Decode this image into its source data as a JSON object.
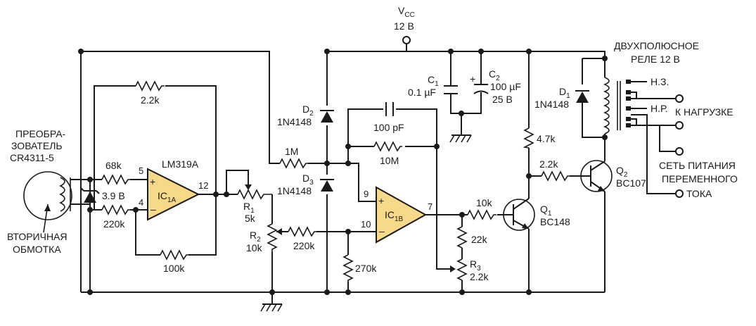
{
  "colors": {
    "wire": "#1a1a1a",
    "opamp_fill": "#f7d98a",
    "background": "#ffffff"
  },
  "supply": {
    "vcc_main": "V",
    "vcc_sub": "CC",
    "vcc_voltage": "12 В"
  },
  "transducer": {
    "line1": "ПРЕОБРА-",
    "line2": "ЗОВАТЕЛЬ",
    "line3": "CR4311-5",
    "winding_line1": "ВТОРИЧНАЯ",
    "winding_line2": "ОБМОТКА"
  },
  "zener": {
    "value": "3.9 В"
  },
  "ic1a": {
    "part": "LM319A",
    "name": "IC",
    "sub": "1A",
    "pin_plus": "5",
    "pin_minus": "4",
    "pin_out": "12",
    "plus_sign": "+",
    "minus_sign": "–"
  },
  "ic1b": {
    "name": "IC",
    "sub": "1B",
    "pin_plus": "9",
    "pin_minus": "10",
    "pin_out": "7",
    "plus_sign": "+",
    "minus_sign": "–"
  },
  "resistors": {
    "r_68k": "68k",
    "r_220k_in": "220k",
    "r_2_2k_top": "2.2k",
    "r_100k": "100k",
    "r1_name": "R",
    "r1_sub": "1",
    "r1_value": "5k",
    "r2_name": "R",
    "r2_sub": "2",
    "r2_value": "10k",
    "r_220k_b": "220k",
    "r_1m": "1M",
    "r_10m": "10M",
    "r_270k": "270k",
    "r_10k_base": "10k",
    "r_22k": "22k",
    "r3_name": "R",
    "r3_sub": "3",
    "r3_value": "2.2k",
    "r_4_7k": "4.7k",
    "r_2_2k_base": "2.2k"
  },
  "diodes": {
    "d2_name": "D",
    "d2_sub": "2",
    "d2_part": "1N4148",
    "d3_name": "D",
    "d3_sub": "3",
    "d3_part": "1N4148",
    "d1_name": "D",
    "d1_sub": "1",
    "d1_part": "1N4148"
  },
  "capacitors": {
    "c_fb": "100 pF",
    "c1_name": "C",
    "c1_sub": "1",
    "c1_value": "0.1 µF",
    "c2_name": "C",
    "c2_sub": "2",
    "c2_value": "100 µF",
    "c2_voltage": "25 В",
    "c2_plus": "+"
  },
  "transistors": {
    "q1_name": "Q",
    "q1_sub": "1",
    "q1_part": "BC148",
    "q2_name": "Q",
    "q2_sub": "2",
    "q2_part": "BC107"
  },
  "relay": {
    "title_line1": "ДВУХПОЛЮСНОЕ",
    "title_line2": "РЕЛЕ 12 В",
    "nc": "Н.З.",
    "no": "Н.Р.",
    "load": "К НАГРУЗКЕ",
    "mains_line1": "СЕТЬ ПИТАНИЯ",
    "mains_line2": "ПЕРЕМЕННОГО",
    "mains_line3": "ТОКА"
  }
}
